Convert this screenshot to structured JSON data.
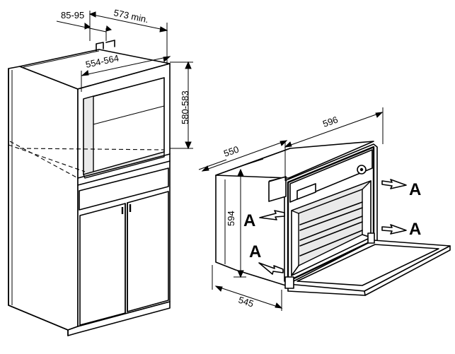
{
  "dimensions": {
    "d_85_95": "85-95",
    "d_573": "573 min.",
    "d_554_564": "554-564",
    "d_580_583": "580-583",
    "d_596": "596",
    "d_550": "550",
    "d_594": "594",
    "d_545": "545"
  },
  "callouts": {
    "a_right_top": "A",
    "a_right_bottom": "A",
    "a_left_top": "A",
    "a_left_bottom": "A"
  }
}
